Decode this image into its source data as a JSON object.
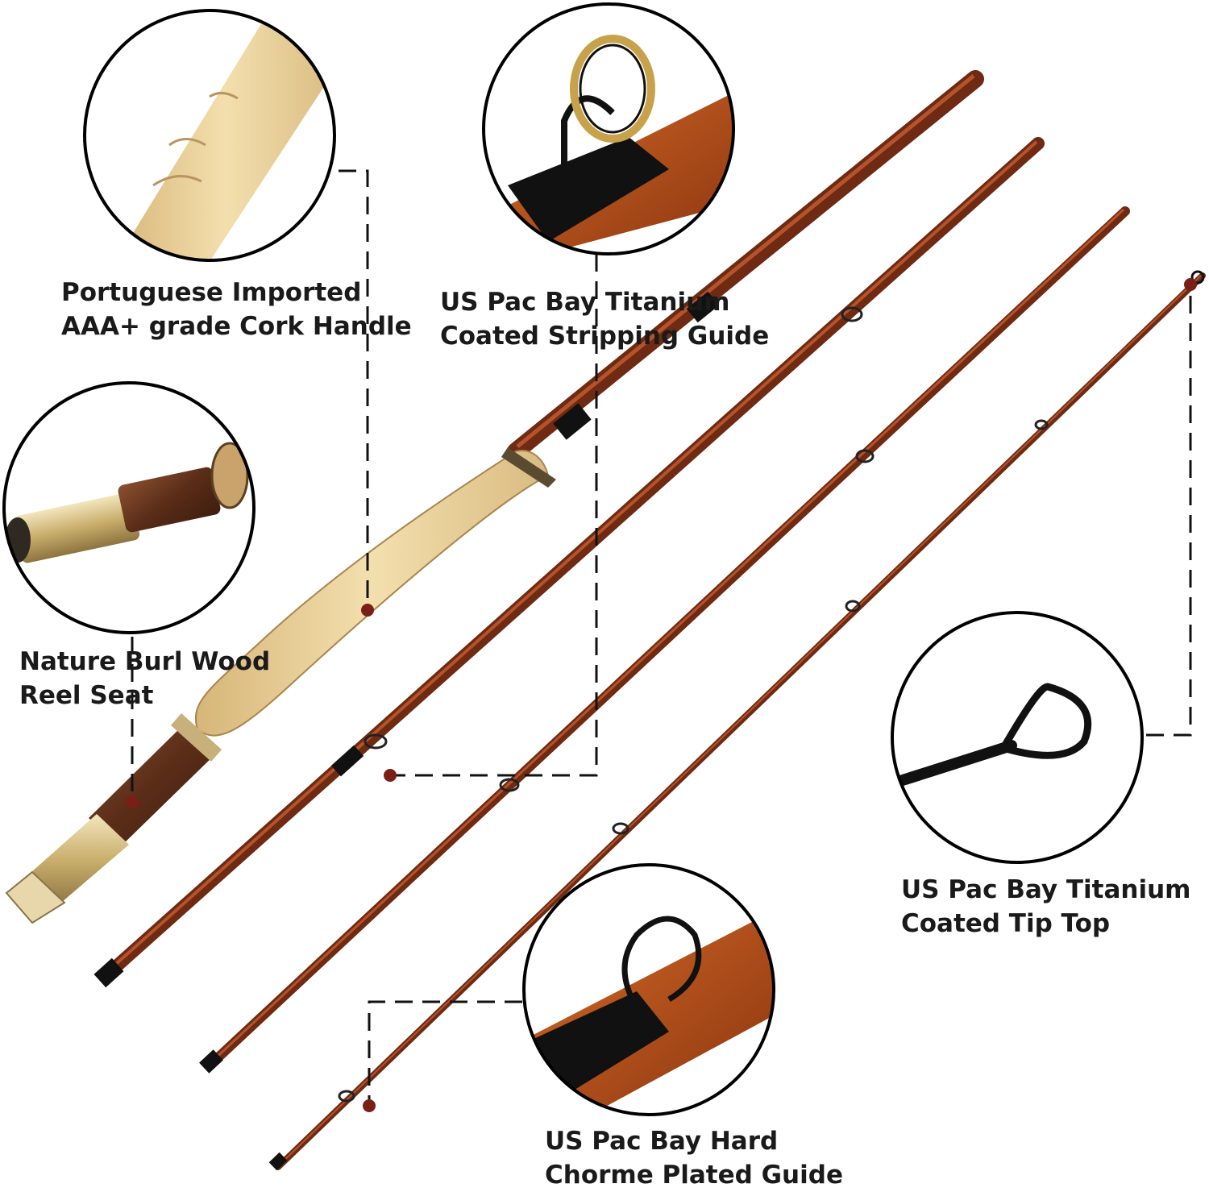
{
  "callouts": {
    "cork_handle": {
      "line1": "Portuguese Imported",
      "line2": "AAA+ grade Cork Handle",
      "icon": "cork-handle-closeup"
    },
    "reel_seat": {
      "line1": "Nature Burl Wood",
      "line2": "Reel Seat",
      "icon": "reel-seat-closeup"
    },
    "stripping_guide": {
      "line1": "US Pac Bay Titanium",
      "line2": "Coated Stripping Guide",
      "icon": "stripping-guide-closeup"
    },
    "tip_top": {
      "line1": "US Pac Bay Titanium",
      "line2": "Coated Tip Top",
      "icon": "tip-top-closeup"
    },
    "snake_guide": {
      "line1": "US Pac Bay Hard",
      "line2": "Chorme Plated Guide",
      "icon": "snake-guide-closeup"
    }
  },
  "colors": {
    "rod": "#7a2e14",
    "rod_highlight": "#b5532a",
    "cork": "#e9cf98",
    "burl_wood": "#6b3a22",
    "brass": "#d8c28a",
    "callout_dot": "#7a1f16",
    "circle_border": "#000000"
  }
}
